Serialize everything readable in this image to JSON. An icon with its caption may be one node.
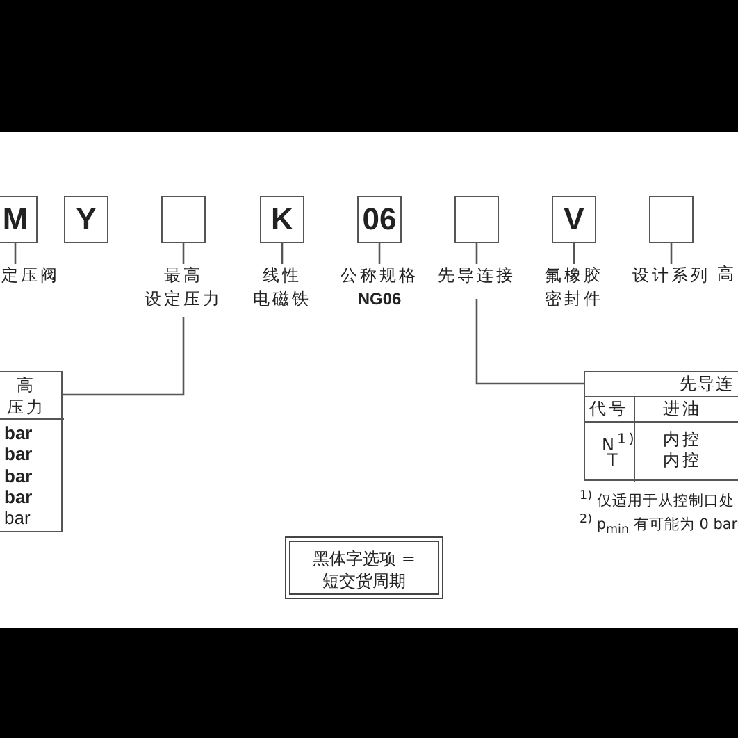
{
  "diagram": {
    "nodes": [
      {
        "text": [
          "M"
        ]
      },
      {
        "text": [
          "Y"
        ]
      },
      {
        "text": [],
        "shape": "box"
      },
      {
        "text": [
          "K"
        ]
      },
      {
        "text": [
          "06"
        ]
      },
      {
        "text": [],
        "shape": "box"
      },
      {
        "text": [
          "V"
        ]
      },
      {
        "text": [],
        "shape": "box"
      },
      {
        "text": [
          "定压阀"
        ]
      },
      {
        "text": [
          "最高设定压力"
        ]
      },
      {
        "text": [
          "线性电磁铁"
        ]
      },
      {
        "text": [
          "公称规格",
          "NG06"
        ]
      },
      {
        "text": [
          "先导连接"
        ]
      },
      {
        "text": [
          "氟橡胶密封件"
        ]
      },
      {
        "text": [
          "设计系列"
        ]
      },
      {
        "text": [
          "高压力",
          "bar",
          "bar",
          "bar",
          "bar",
          "bar"
        ]
      },
      {
        "text": [
          "先导连",
          "代号",
          "进油",
          "N$^{1)}$",
          "内控",
          "T",
          "内控"
        ]
      },
      {
        "text": [
          "黑体字选项 =短交货周期"
        ]
      }
    ],
    "edges": [
      {
        "from": 0,
        "to": 8,
        "arrow": "none"
      },
      {
        "from": 2,
        "to": 9,
        "arrow": "none"
      },
      {
        "from": 3,
        "to": 10,
        "arrow": "none"
      },
      {
        "from": 4,
        "to": 11,
        "arrow": "none"
      },
      {
        "from": 5,
        "to": 12,
        "arrow": "none"
      },
      {
        "from": 6,
        "to": 13,
        "arrow": "none"
      },
      {
        "from": 7,
        "to": 14,
        "arrow": "none"
      },
      {
        "from": 9,
        "to": 15,
        "arrow": "none"
      },
      {
        "from": 12,
        "to": 16,
        "arrow": "none"
      }
    ],
    "labels": [
      "高",
      "$^{1)}$ 仅适用于从控制口处",
      "$^{2)}$ p$_{min}$ 有可能为 0 bar"
    ]
  }
}
